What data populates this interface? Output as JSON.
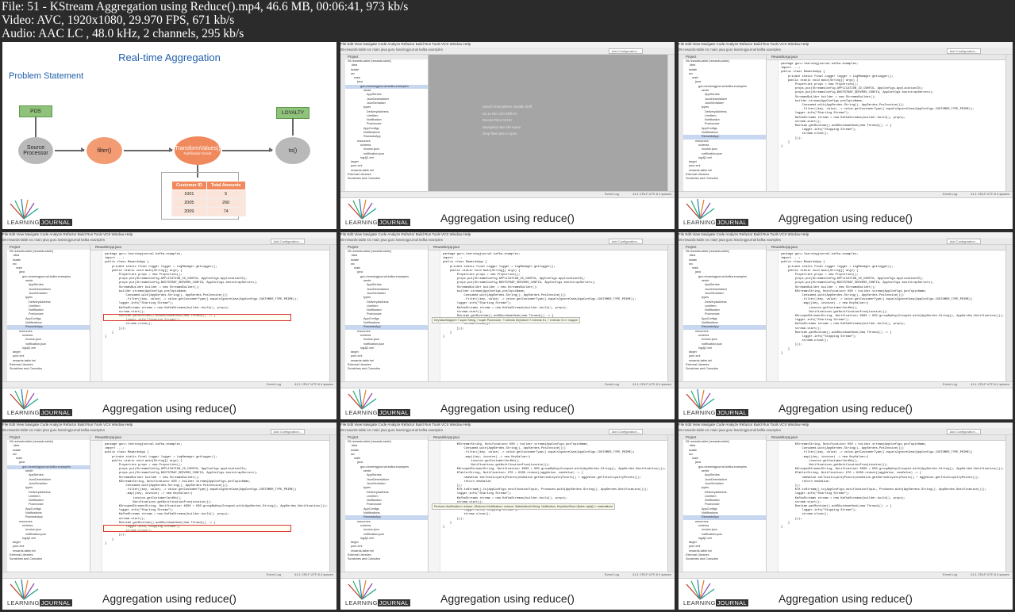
{
  "header": {
    "line1": "File: 51 - KStream Aggregation using Reduce().mp4, 46.6 MB, 00:06:41, 973 kb/s",
    "line2": "Video: AVC, 1920x1080, 29.970 FPS, 671 kb/s",
    "line3": "Audio: AAC LC , 48.0 kHz, 2 channels, 295 kb/s"
  },
  "logo": {
    "learning": "LEARNING",
    "journal": "JOURNAL"
  },
  "slide": {
    "title": "Real-time Aggregation",
    "subtitle": "Problem Statement",
    "pos": "POS",
    "loyalty": "LOYALTY",
    "source": "Source Processor",
    "filter": "filter()",
    "transform": "TransformValues()",
    "transform_sub": "Notification Event",
    "to": "to()",
    "table": {
      "headers": [
        "Customer ID",
        "Total Amounts"
      ],
      "rows": [
        [
          "1001",
          "5"
        ],
        [
          "2005",
          "260"
        ],
        [
          "2009",
          "74"
        ]
      ]
    }
  },
  "caption": "Aggregation using reduce()",
  "ide": {
    "menu": "File  Edit  View  Navigate  Code  Analyze  Refactor  Build  Run  Tools  VCS  Window  Help",
    "toolbar": "05-rewards-table   src   main   java   guru   learningjournal   kafka   examples",
    "run_config": "Add Configuration...",
    "project_label": "Project",
    "editor_tab": "RewardsApp.java",
    "status": "Event Log",
    "status_right": "41:1  CRLF  UTF-8  4 spaces",
    "empty_hints": [
      "Search Everywhere Double Shift",
      "Go to File Ctrl+Shift+N",
      "Recent Files Ctrl+E",
      "Navigation Bar Alt+Home",
      "Drop files here to open"
    ],
    "tree": [
      "05-rewards-table [rewards-table]",
      ".idea",
      "kstate",
      "src",
      "main",
      "java",
      "guru.learningjournal.kafka.examples",
      "serde",
      "AppSerdes",
      "JsonDeserializer",
      "JsonSerializer",
      "types",
      "DeliveryAddress",
      "LineItem",
      "Notification",
      "PosInvoice",
      "AppConfigs",
      "Notifications",
      "RewardsApp",
      "resources",
      "schema",
      "invoice.json",
      "notification.json",
      "log4j2.xml",
      "target",
      "pom.xml",
      "rewards-table.iml",
      "External Libraries",
      "Scratches and Consoles"
    ],
    "code_a": [
      "package guru.learningjournal.kafka.examples;",
      "",
      "import ...;",
      "",
      "public class RewardsApp {",
      "    private static final Logger logger = LogManager.getLogger();",
      "",
      "    public static void main(String[] args) {",
      "        Properties props = new Properties();",
      "        props.put(StreamsConfig.APPLICATION_ID_CONFIG, AppConfigs.applicationID);",
      "        props.put(StreamsConfig.BOOTSTRAP_SERVERS_CONFIG, AppConfigs.bootstrapServers);",
      "",
      "        StreamsBuilder builder = new StreamsBuilder();",
      "        builder.stream(AppConfigs.posTopicName,",
      "            Consumed.with(AppSerdes.String(), AppSerdes.PosInvoice()))",
      "            .filter((key, value) -> value.getCustomerType().equalsIgnoreCase(AppConfigs.CUSTOMER_TYPE_PRIME));",
      "",
      "        logger.info(\"Starting Stream\");",
      "        KafkaStreams stream = new KafkaStreams(builder.build(), props);",
      "        stream.start();",
      "",
      "        Runtime.getRuntime().addShutdownHook(new Thread(() -> {",
      "            logger.info(\"Stopping Stream\");",
      "            stream.close();",
      "        }));",
      "    }",
      "}"
    ],
    "code_b": [
      "package guru.learningjournal.kafka.examples;",
      "",
      "import ...;",
      "",
      "public class RewardsApp {",
      "    private static final Logger logger = LogManager.getLogger();",
      "",
      "    public static void main(String[] args) {",
      "        Properties props = new Properties();",
      "        props.put(StreamsConfig.APPLICATION_ID_CONFIG, AppConfigs.applicationID);",
      "        props.put(StreamsConfig.BOOTSTRAP_SERVERS_CONFIG, AppConfigs.bootstrapServers);",
      "",
      "        StreamsBuilder builder = new StreamsBuilder();",
      "        KStream<String, Notification> KS0 = builder.stream(AppConfigs.posTopicName,",
      "            Consumed.with(AppSerdes.String(), AppSerdes.PosInvoice()))",
      "            .filter((key, value) -> value.getCustomerType().equalsIgnoreCase(AppConfigs.CUSTOMER_TYPE_PRIME))",
      "            .map((key, invoice) -> new KeyValue<>(",
      "                invoice.getCustomerCardNo(),",
      "                Notifications.getNotificationFrom(invoice)));",
      "",
      "        KGroupedStream<String, Notification> KGS0 = KS0.groupByKey(Grouped.with(AppSerdes.String(), AppSerdes.Notification()));",
      "",
      "        logger.info(\"Starting Stream\");",
      "        KafkaStreams stream = new KafkaStreams(builder.build(), props);",
      "        stream.start();",
      "",
      "        Runtime.getRuntime().addShutdownHook(new Thread(() -> {",
      "            logger.info(\"Stopping Stream\");",
      "            stream.close();",
      "        }));",
      "    }",
      "}"
    ],
    "code_c": [
      "        KStream<String, Notification> KS0 = builder.stream(AppConfigs.posTopicName,",
      "            Consumed.with(AppSerdes.String(), AppSerdes.PosInvoice()))",
      "            .filter((key, value) -> value.getCustomerType().equalsIgnoreCase(AppConfigs.CUSTOMER_TYPE_PRIME))",
      "            .map((key, invoice) -> new KeyValue<>(",
      "                invoice.getCustomerCardNo(),",
      "                Notifications.getNotificationFrom(invoice)));",
      "",
      "        KGroupedStream<String, Notification> KGS0 = KS0.groupByKey(Grouped.with(AppSerdes.String(), AppSerdes.Notification()));",
      "",
      "        KTable<String, Notification> KT0 = KGS0.reduce((aggValue, newValue) -> {",
      "            newValue.setTotalLoyaltyPoints(newValue.getEarnedLoyaltyPoints() + aggValue.getTotalLoyaltyPoints());",
      "            return newValue;",
      "        });",
      "",
      "        KT0.toStream().to(AppConfigs.notificationTopic, Produced.with(AppSerdes.String(), AppSerdes.Notification()));",
      "",
      "        logger.info(\"Starting Stream\");",
      "        KafkaStreams stream = new KafkaStreams(builder.build(), props);",
      "        stream.start();",
      "",
      "        Runtime.getRuntime().addShutdownHook(new Thread(() -> {",
      "            logger.info(\"Stopping Stream\");",
      "            stream.close();",
      "        }));",
      "    }",
      "}"
    ],
    "popup_keyvalue": "KeyValueMapper<? super String, ? super PosInvoice, ? extends KeyValue<? extends K1, ? extends V1>> mapper",
    "popup_reducer": "Reducer<Notification> reducer  |  Reducer<Notification> reducer, Materialized<String, Notification, KeyValueStore<Bytes, byte[]>> materialized"
  }
}
